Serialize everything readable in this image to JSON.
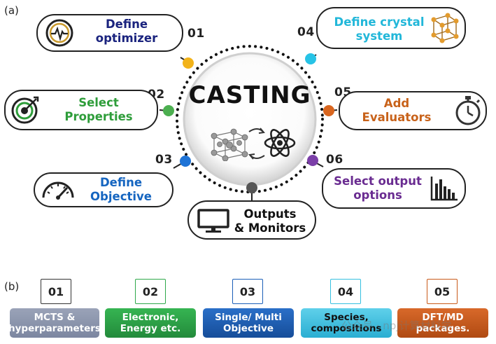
{
  "panel_a_label": "(a)",
  "panel_b_label": "(b)",
  "center_title": "CASTING",
  "steps": [
    {
      "number": "01",
      "line1": "Define",
      "line2": "optimizer",
      "color": "#1a237e",
      "dot": "#f2b31a"
    },
    {
      "number": "02",
      "line1": "Select",
      "line2": "Properties",
      "color": "#2e9d3a",
      "dot": "#4caf50"
    },
    {
      "number": "03",
      "line1": "Define",
      "line2": "Objective",
      "color": "#1565c0",
      "dot": "#1e73d6"
    },
    {
      "number": "04",
      "line1": "Define crystal",
      "line2": "system",
      "color": "#22b7d9",
      "dot": "#27c3e6"
    },
    {
      "number": "05",
      "line1": "Add",
      "line2": "Evaluators",
      "color": "#c8621a",
      "dot": "#d9661f"
    },
    {
      "number": "06",
      "line1": "Select output",
      "line2": "options",
      "color": "#6a2c91",
      "dot": "#7b3fa8"
    }
  ],
  "output_step": {
    "line1": "Outputs",
    "line2": "& Monitors",
    "dot": "#555555"
  },
  "bottom": [
    {
      "number": "01",
      "line1": "MCTS &",
      "line2": "hyperparameters",
      "color": "#8d97ad"
    },
    {
      "number": "02",
      "line1": "Electronic,",
      "line2": "Energy etc.",
      "color": "#2ea84a"
    },
    {
      "number": "03",
      "line1": "Single/ Multi",
      "line2": "Objective",
      "color": "#1b5fb8"
    },
    {
      "number": "04",
      "line1": "Species,",
      "line2": "compositions",
      "color": "#34bfe0"
    },
    {
      "number": "05",
      "line1": "DFT/MD",
      "line2": "packages.",
      "color": "#c95a1a"
    }
  ],
  "watermark": "公众号 · npj计算材料学",
  "icons": [
    "pulse-gauge-icon",
    "target-icon",
    "speedometer-icon",
    "crystal-lattice-icon",
    "stopwatch-icon",
    "bar-chart-icon",
    "monitor-icon",
    "atom-icon",
    "lattice-icon"
  ]
}
